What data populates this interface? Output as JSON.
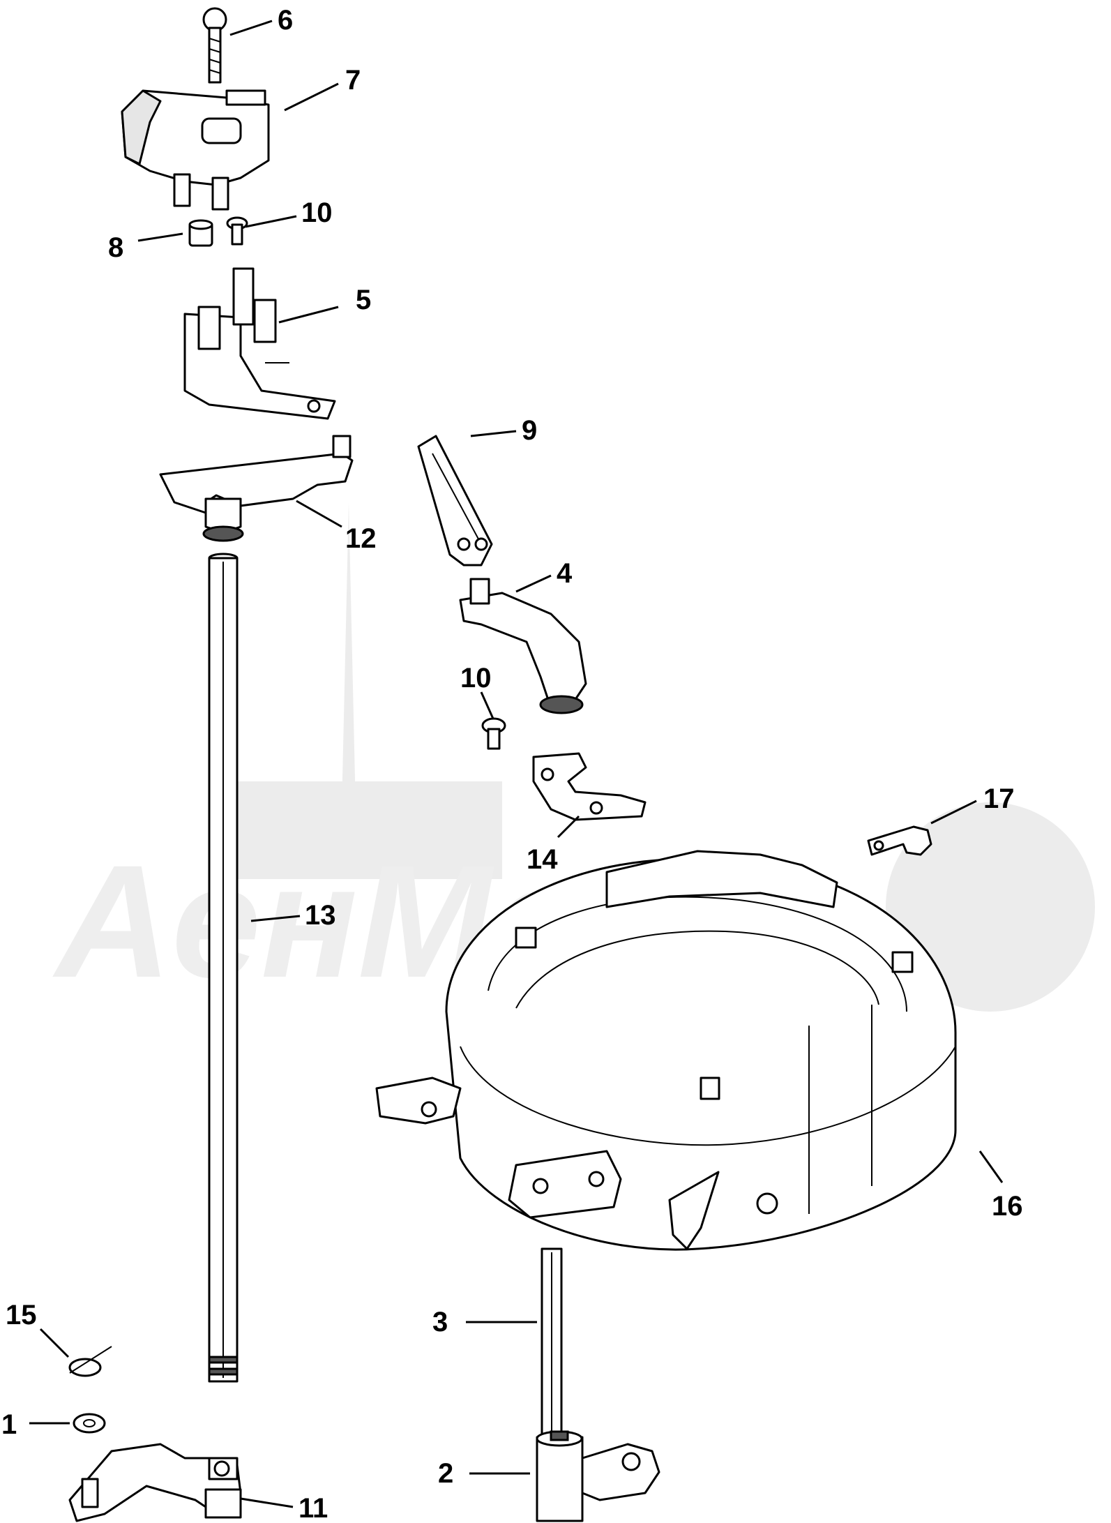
{
  "watermark": {
    "text": "AeнMom"
  },
  "callouts": [
    {
      "id": "6",
      "label": "6"
    },
    {
      "id": "7",
      "label": "7"
    },
    {
      "id": "8",
      "label": "8"
    },
    {
      "id": "10a",
      "label": "10"
    },
    {
      "id": "5",
      "label": "5"
    },
    {
      "id": "9",
      "label": "9"
    },
    {
      "id": "12",
      "label": "12"
    },
    {
      "id": "4",
      "label": "4"
    },
    {
      "id": "10b",
      "label": "10"
    },
    {
      "id": "17",
      "label": "17"
    },
    {
      "id": "14",
      "label": "14"
    },
    {
      "id": "13",
      "label": "13"
    },
    {
      "id": "16",
      "label": "16"
    },
    {
      "id": "15",
      "label": "15"
    },
    {
      "id": "3",
      "label": "3"
    },
    {
      "id": "1",
      "label": "1"
    },
    {
      "id": "2",
      "label": "2"
    },
    {
      "id": "11",
      "label": "11"
    }
  ]
}
